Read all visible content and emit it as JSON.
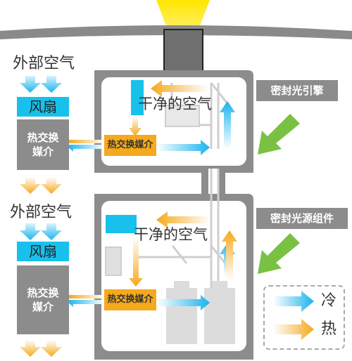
{
  "labels": {
    "outside_air_top": "外部空气",
    "outside_air_bottom": "外部空气",
    "fan_top": "风扇",
    "fan_bottom": "风扇",
    "heat_exchange_medium_top": "热交换媒介",
    "heat_exchange_medium_bottom": "热交换媒介",
    "inner_heat_exchange_top": "热交换媒介",
    "inner_heat_exchange_bottom": "热交换媒介",
    "clean_air_top": "干净的空气",
    "clean_air_bottom": "干净的空气",
    "sealed_engine": "密封光引擎",
    "sealed_light_source": "密封光源组件"
  },
  "legend": {
    "cold": "冷",
    "hot": "热"
  },
  "colors": {
    "cold_arrow": "#19b4ee",
    "hot_arrow": "#f5a91c",
    "fan": "#17c1ec",
    "medium_box": "#8c8c8c",
    "inner_medium": "#f5a91c",
    "pointer_arrow": "#7ac143",
    "lamp_glow": "#ffe600"
  }
}
